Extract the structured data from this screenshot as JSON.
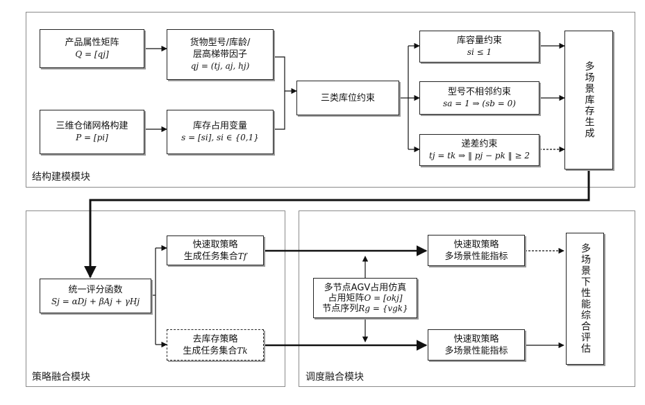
{
  "regions": {
    "structure": "结构建模模块",
    "strategy": "策略融合模块",
    "scheduling": "调度融合模块"
  },
  "boxes": {
    "attr_matrix": {
      "title": "产品属性矩阵",
      "formula": "Q = [qj]"
    },
    "cargo_factor": {
      "title": "货物型号/库龄/",
      "title2": "层高梯带因子",
      "formula": "qj = (tj, aj, hj)"
    },
    "grid_3d": {
      "title": "三维仓储网格构建",
      "formula": "P = [pi]"
    },
    "occupy_var": {
      "title": "库存占用变量",
      "formula": "s = [si], si ∈ {0,1}"
    },
    "three_constraints": {
      "title": "三类库位约束"
    },
    "capacity": {
      "title": "库容量约束",
      "formula": "si ≤ 1"
    },
    "model_adjacent": {
      "title": "型号不相邻约束",
      "formula": "sa = 1 ⇒ (sb = 0)"
    },
    "gradient": {
      "title": "递差约束",
      "formula": "tj = tk ⇒ ‖ pj − pk ‖ ≥ 2"
    },
    "multi_stock": {
      "title": "多场景库存生成"
    },
    "unified_score": {
      "title": "统一评分函数",
      "formula": "Sj = αDj + βAj + γHj"
    },
    "fast_pick": {
      "title": "快速取策略",
      "title2": "生成任务集合",
      "sym": "Tf"
    },
    "destock": {
      "title": "去库存策略",
      "title2": "生成任务集合",
      "sym": "Tk"
    },
    "agv_sim": {
      "title": "多节点AGV占用仿真",
      "line2": "占用矩阵",
      "formula2": "O = [okj]",
      "line3": "节点序列",
      "formula3": "Rg = {vgk}"
    },
    "perf_1": {
      "title": "快速取策略",
      "title2": "多场景性能指标"
    },
    "perf_2": {
      "title": "快速取策略",
      "title2": "多场景性能指标"
    },
    "eval": {
      "title": "多场景下性能综合评估"
    }
  }
}
